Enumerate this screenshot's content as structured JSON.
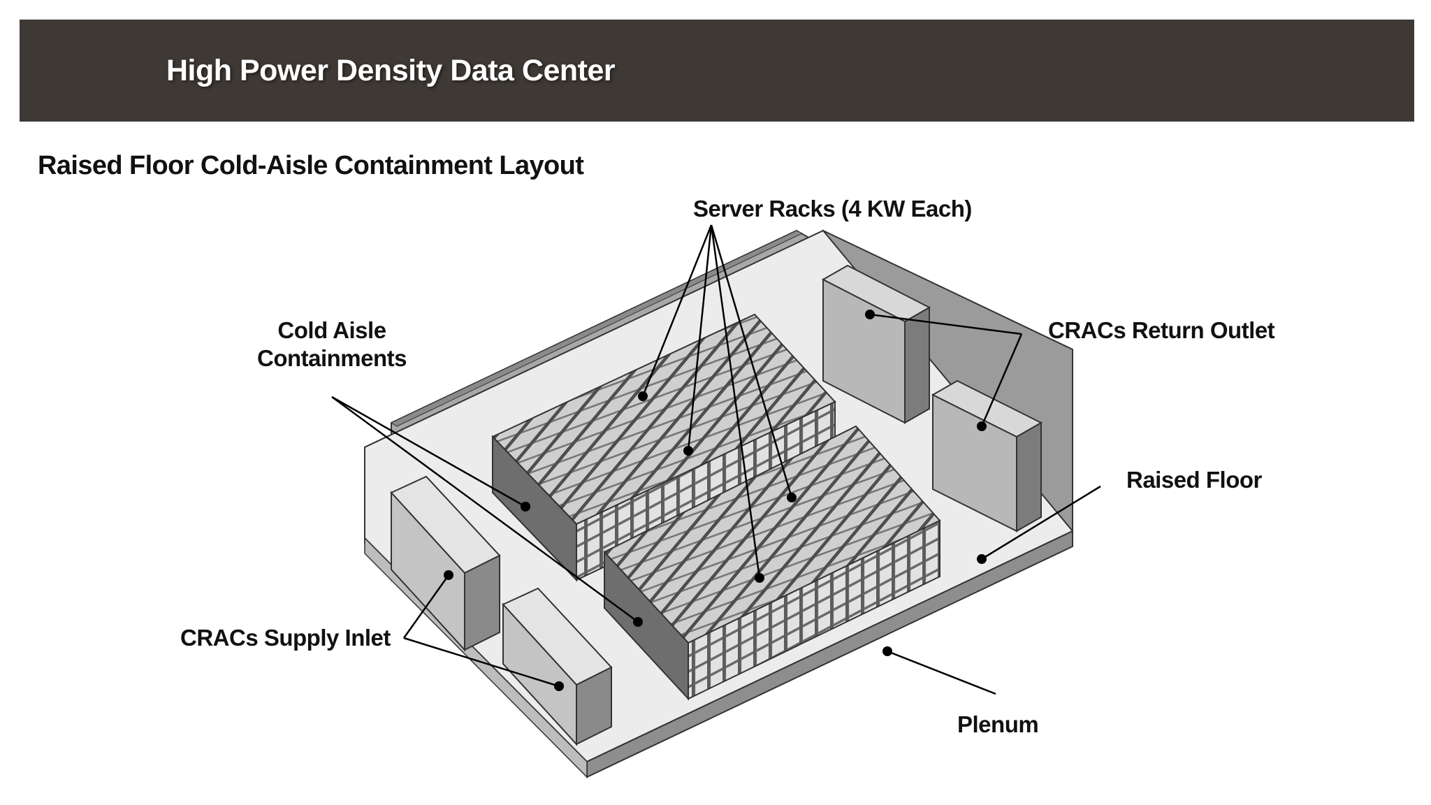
{
  "header": {
    "title": "High Power Density Data Center"
  },
  "subtitle": "Raised Floor Cold-Aisle Containment Layout",
  "callouts": {
    "server_racks": "Server Racks (4 KW Each)",
    "cold_aisle_line1": "Cold Aisle",
    "cold_aisle_line2": "Containments",
    "crac_return": "CRACs Return Outlet",
    "raised_floor": "Raised Floor",
    "crac_supply": "CRACs Supply Inlet",
    "plenum": "Plenum"
  },
  "colors": {
    "header_bg": "#3e3935",
    "header_text": "#ffffff",
    "floor": "#ebebeb",
    "wall": "#a9a9a9",
    "rack_dark": "#6e6e6e",
    "rack_light": "#dcdcdc",
    "leader": "#000000"
  }
}
